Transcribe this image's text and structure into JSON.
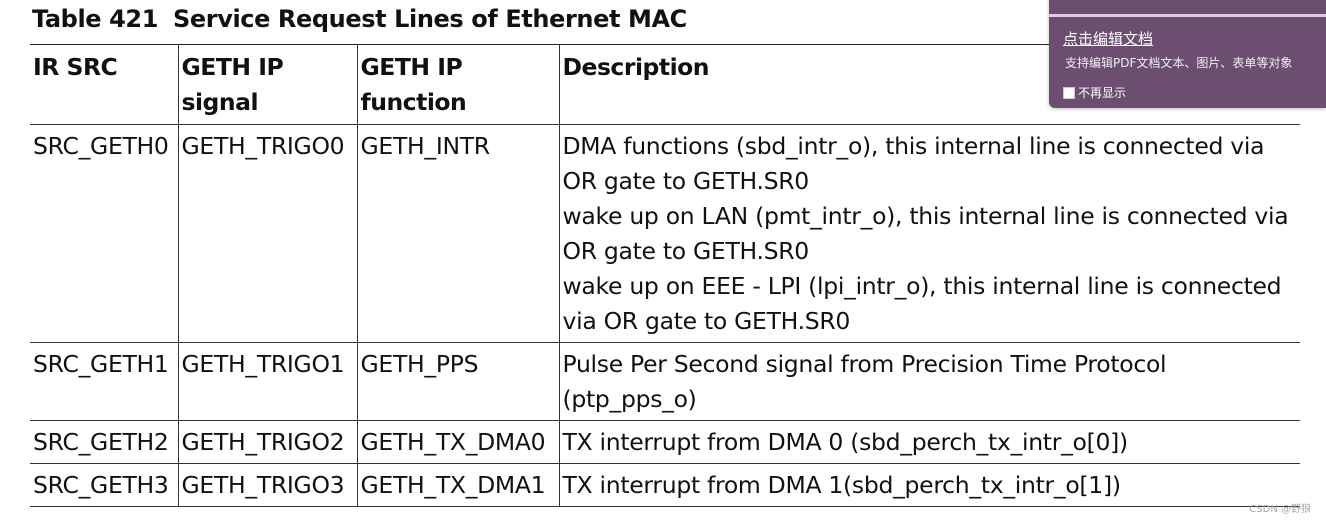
{
  "caption": {
    "number": "Table 421",
    "title": "Service Request Lines of Ethernet MAC"
  },
  "table": {
    "headers": [
      "IR SRC",
      "GETH IP signal",
      "GETH IP function",
      "Description"
    ],
    "rows": [
      {
        "ir_src": "SRC_GETH0",
        "signal": "GETH_TRIGO0",
        "function": "GETH_INTR",
        "description": [
          "DMA functions (sbd_intr_o), this internal line is connected via OR gate to GETH.SR0",
          "wake up on LAN (pmt_intr_o), this internal line is connected via OR gate to GETH.SR0",
          "wake up on EEE - LPI (lpi_intr_o), this internal line is connected via OR gate to GETH.SR0"
        ]
      },
      {
        "ir_src": "SRC_GETH1",
        "signal": "GETH_TRIGO1",
        "function": "GETH_PPS",
        "description": [
          "Pulse Per Second signal from Precision Time Protocol (ptp_pps_o)"
        ]
      },
      {
        "ir_src": "SRC_GETH2",
        "signal": "GETH_TRIGO2",
        "function": "GETH_TX_DMA0",
        "description": [
          "TX interrupt from DMA 0 (sbd_perch_tx_intr_o[0])"
        ]
      },
      {
        "ir_src": "SRC_GETH3",
        "signal": "GETH_TRIGO3",
        "function": "GETH_TX_DMA1",
        "description": [
          "TX interrupt from DMA 1(sbd_perch_tx_intr_o[1])"
        ]
      }
    ]
  },
  "popup": {
    "link_label": "点击编辑文档",
    "subtitle": "支持编辑PDF文档文本、图片、表单等对象",
    "checkbox_label": "不再显示",
    "background": "#6b4e70"
  },
  "watermark": "CSDN @野狼"
}
